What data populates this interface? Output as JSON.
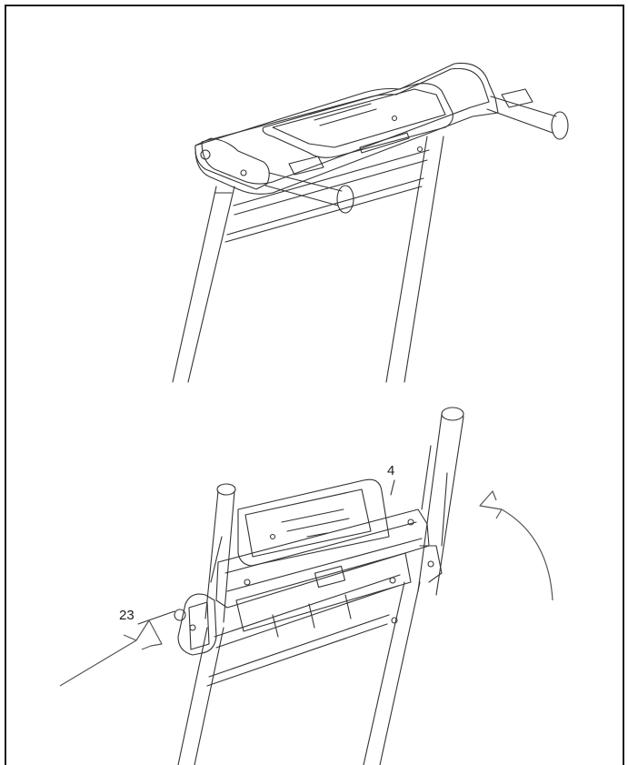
{
  "diagram": {
    "callouts": [
      {
        "id": "callout-4",
        "text": "4"
      },
      {
        "id": "callout-23",
        "text": "23"
      }
    ],
    "colors": {
      "line": "#333333",
      "frame": "#1a1a1a",
      "background": "#ffffff"
    }
  }
}
